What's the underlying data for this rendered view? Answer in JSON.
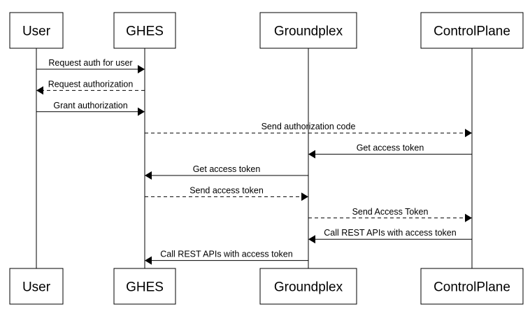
{
  "participants": [
    {
      "id": "user",
      "label": "User"
    },
    {
      "id": "ghes",
      "label": "GHES"
    },
    {
      "id": "groundplex",
      "label": "Groundplex"
    },
    {
      "id": "controlplane",
      "label": "ControlPlane"
    }
  ],
  "messages": [
    {
      "from": "user",
      "to": "ghes",
      "label": "Request auth for user",
      "style": "solid"
    },
    {
      "from": "ghes",
      "to": "user",
      "label": "Request authorization",
      "style": "dashed"
    },
    {
      "from": "user",
      "to": "ghes",
      "label": "Grant authorization",
      "style": "solid"
    },
    {
      "from": "ghes",
      "to": "controlplane",
      "label": "Send authorization code",
      "style": "dashed"
    },
    {
      "from": "controlplane",
      "to": "groundplex",
      "label": "Get access token",
      "style": "solid"
    },
    {
      "from": "groundplex",
      "to": "ghes",
      "label": "Get access token",
      "style": "solid"
    },
    {
      "from": "ghes",
      "to": "groundplex",
      "label": "Send access token",
      "style": "dashed"
    },
    {
      "from": "groundplex",
      "to": "controlplane",
      "label": "Send Access Token",
      "style": "dashed"
    },
    {
      "from": "controlplane",
      "to": "groundplex",
      "label": "Call REST APIs with access token",
      "style": "solid"
    },
    {
      "from": "groundplex",
      "to": "ghes",
      "label": "Call REST APIs with access token",
      "style": "solid"
    }
  ]
}
